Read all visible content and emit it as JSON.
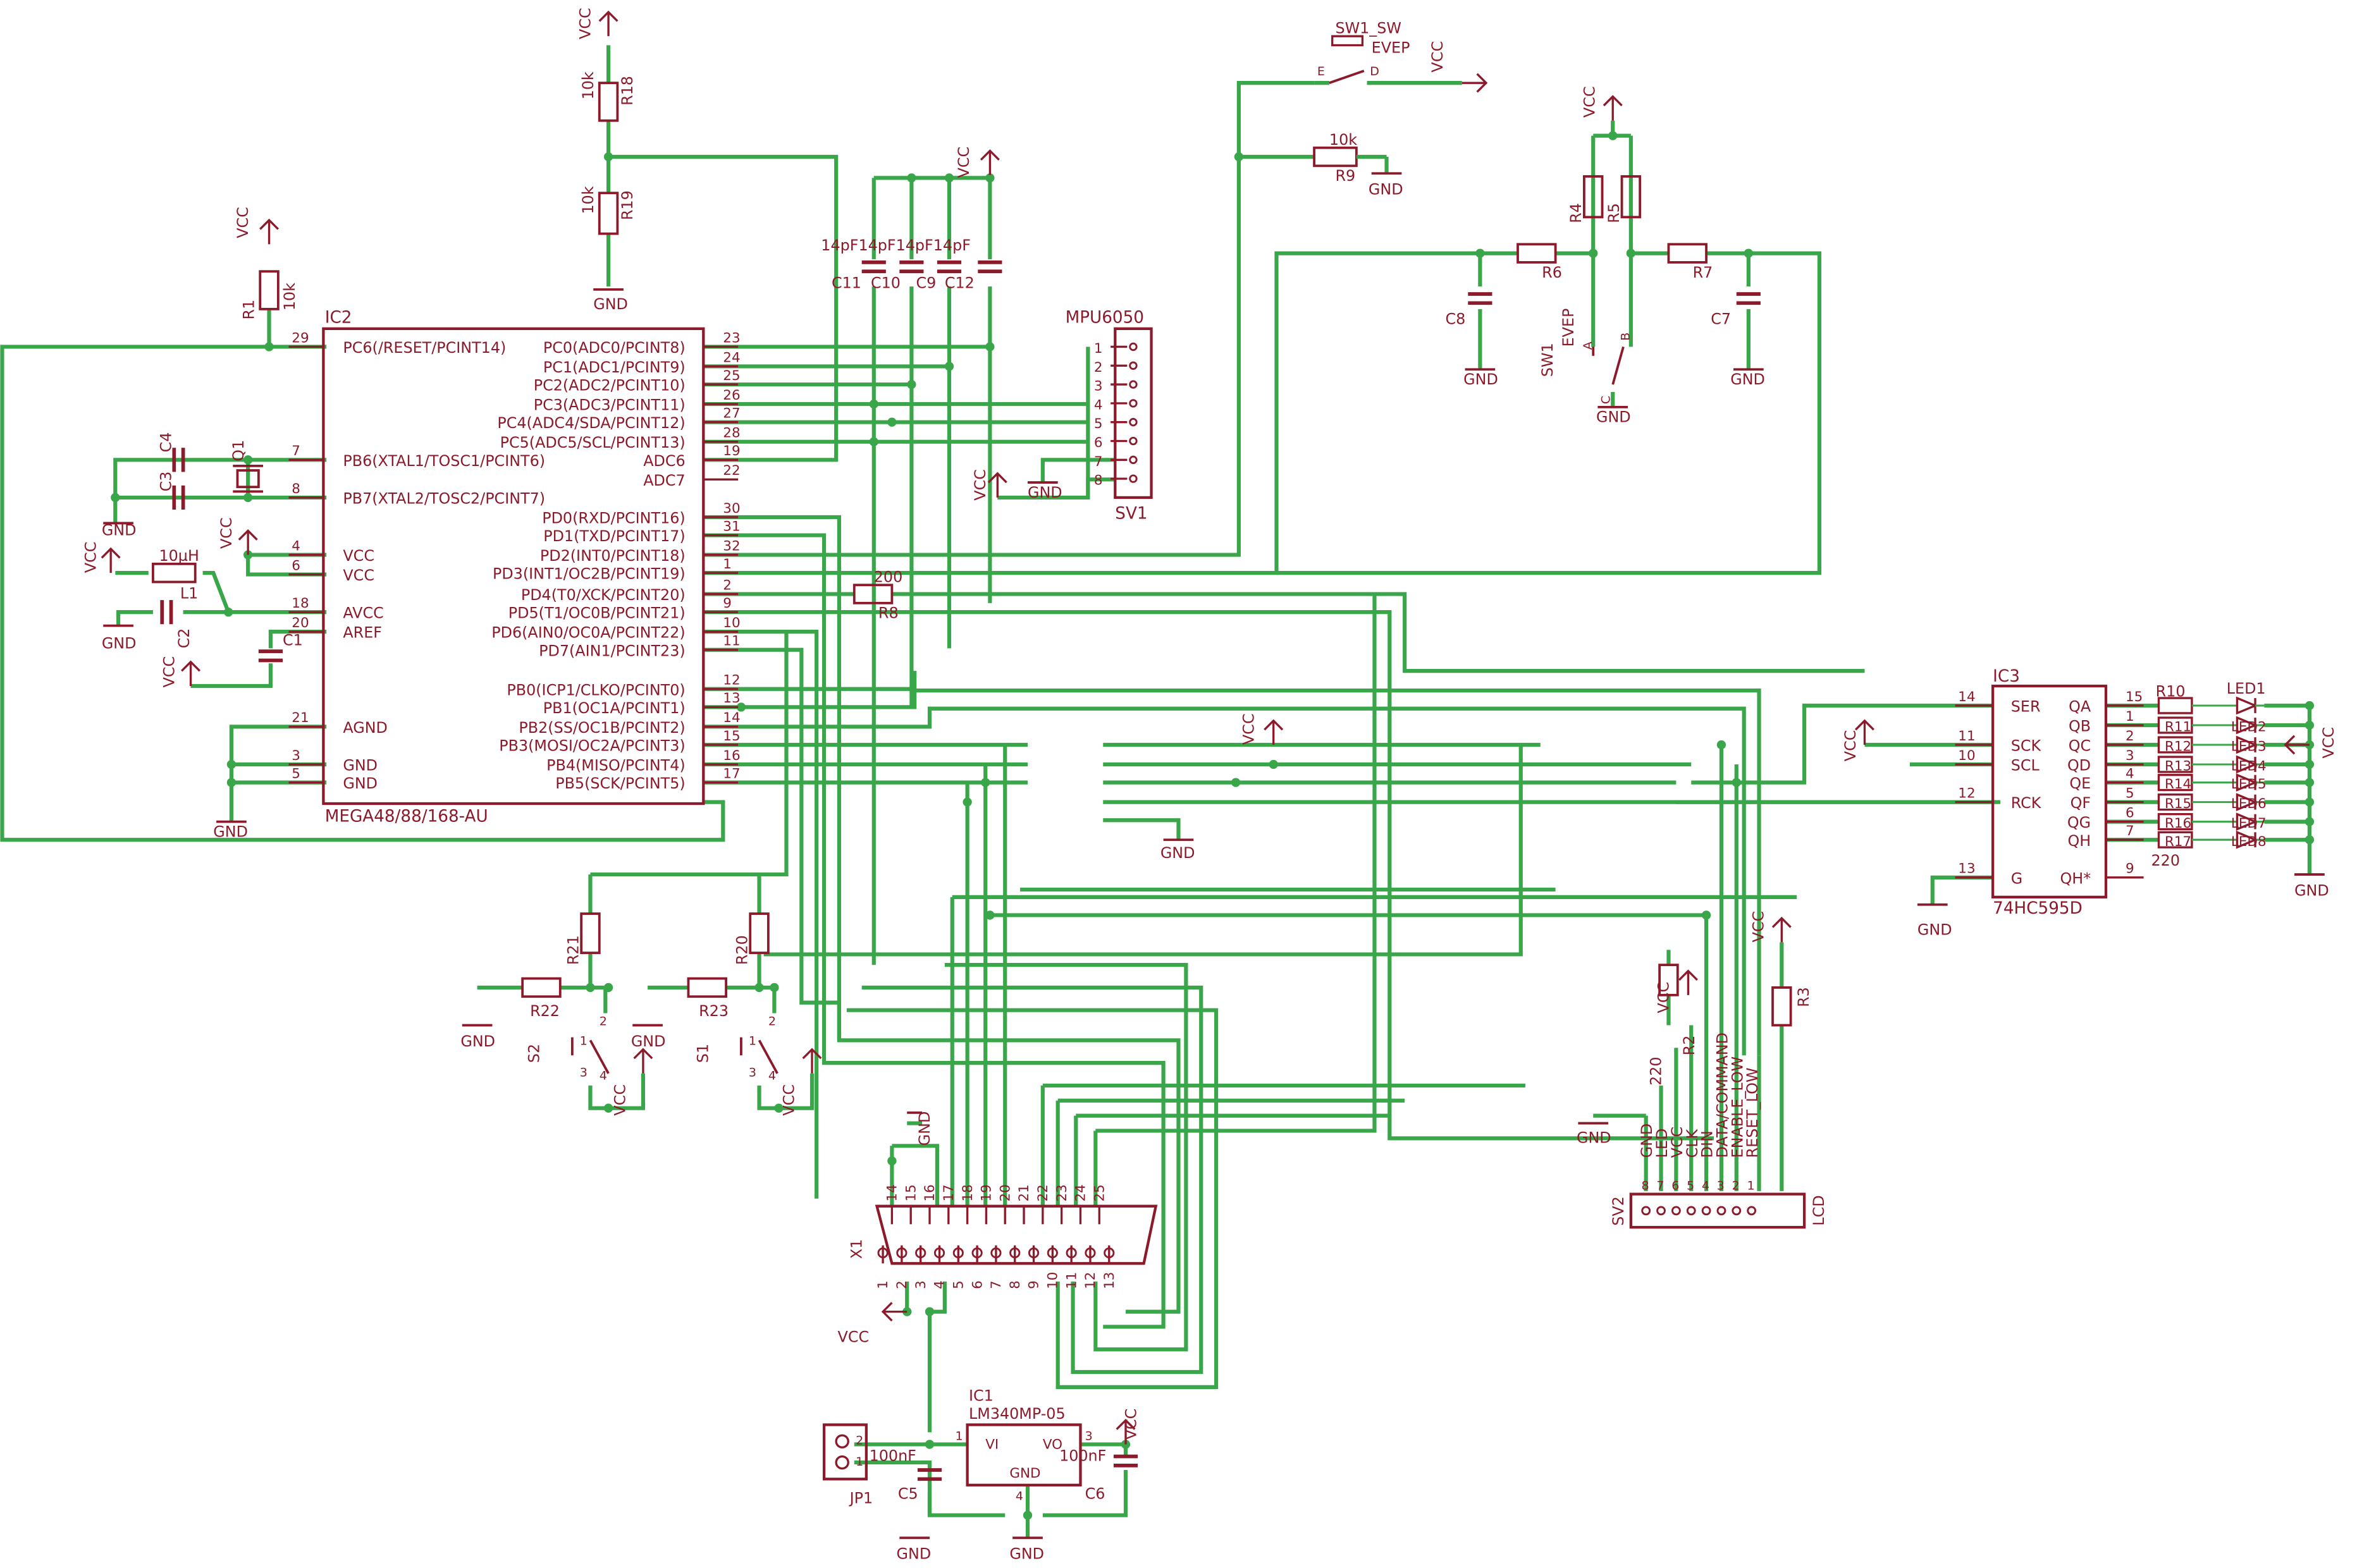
{
  "ic2": {
    "name": "IC2",
    "part": "MEGA48/88/168-AU",
    "left_pins": [
      {
        "num": "29",
        "name": "PC6(/RESET/PCINT14)"
      },
      {
        "num": "7",
        "name": "PB6(XTAL1/TOSC1/PCINT6)"
      },
      {
        "num": "8",
        "name": "PB7(XTAL2/TOSC2/PCINT7)"
      },
      {
        "num": "4",
        "name": "VCC"
      },
      {
        "num": "6",
        "name": "VCC"
      },
      {
        "num": "18",
        "name": "AVCC"
      },
      {
        "num": "20",
        "name": "AREF"
      },
      {
        "num": "21",
        "name": "AGND"
      },
      {
        "num": "3",
        "name": "GND"
      },
      {
        "num": "5",
        "name": "GND"
      }
    ],
    "right_pins": [
      {
        "num": "23",
        "name": "PC0(ADC0/PCINT8)"
      },
      {
        "num": "24",
        "name": "PC1(ADC1/PCINT9)"
      },
      {
        "num": "25",
        "name": "PC2(ADC2/PCINT10)"
      },
      {
        "num": "26",
        "name": "PC3(ADC3/PCINT11)"
      },
      {
        "num": "27",
        "name": "PC4(ADC4/SDA/PCINT12)"
      },
      {
        "num": "28",
        "name": "PC5(ADC5/SCL/PCINT13)"
      },
      {
        "num": "19",
        "name": "ADC6"
      },
      {
        "num": "22",
        "name": "ADC7"
      },
      {
        "num": "30",
        "name": "PD0(RXD/PCINT16)"
      },
      {
        "num": "31",
        "name": "PD1(TXD/PCINT17)"
      },
      {
        "num": "32",
        "name": "PD2(INT0/PCINT18)"
      },
      {
        "num": "1",
        "name": "PD3(INT1/OC2B/PCINT19)"
      },
      {
        "num": "2",
        "name": "PD4(T0/XCK/PCINT20)"
      },
      {
        "num": "9",
        "name": "PD5(T1/OC0B/PCINT21)"
      },
      {
        "num": "10",
        "name": "PD6(AIN0/OC0A/PCINT22)"
      },
      {
        "num": "11",
        "name": "PD7(AIN1/PCINT23)"
      },
      {
        "num": "12",
        "name": "PB0(ICP1/CLKO/PCINT0)"
      },
      {
        "num": "13",
        "name": "PB1(OC1A/PCINT1)"
      },
      {
        "num": "14",
        "name": "PB2(SS/OC1B/PCINT2)"
      },
      {
        "num": "15",
        "name": "PB3(MOSI/OC2A/PCINT3)"
      },
      {
        "num": "16",
        "name": "PB4(MISO/PCINT4)"
      },
      {
        "num": "17",
        "name": "PB5(SCK/PCINT5)"
      }
    ]
  },
  "ic3": {
    "name": "IC3",
    "part": "74HC595D",
    "left_pins": [
      {
        "num": "14",
        "name": "SER"
      },
      {
        "num": "11",
        "name": "SCK"
      },
      {
        "num": "10",
        "name": "SCL"
      },
      {
        "num": "12",
        "name": "RCK"
      },
      {
        "num": "13",
        "name": "G"
      }
    ],
    "right_pins": [
      {
        "num": "15",
        "name": "QA"
      },
      {
        "num": "1",
        "name": "QB"
      },
      {
        "num": "2",
        "name": "QC"
      },
      {
        "num": "3",
        "name": "QD"
      },
      {
        "num": "4",
        "name": "QE"
      },
      {
        "num": "5",
        "name": "QF"
      },
      {
        "num": "6",
        "name": "QG"
      },
      {
        "num": "7",
        "name": "QH"
      },
      {
        "num": "9",
        "name": "QH*"
      }
    ],
    "resistor_value": "220"
  },
  "resistor_rows": [
    "R10",
    "R11",
    "R12",
    "R13",
    "R14",
    "R15",
    "R16",
    "R17"
  ],
  "led_rows": [
    "LED1",
    "LED2",
    "LED3",
    "LED4",
    "LED5",
    "LED6",
    "LED7",
    "LED8"
  ],
  "ic1": {
    "name": "IC1",
    "part": "LM340MP-05",
    "vi": "VI",
    "vo": "VO",
    "gnd": "GND"
  },
  "sv1": {
    "name": "SV1",
    "title": "MPU6050",
    "pins": [
      "1",
      "2",
      "3",
      "4",
      "5",
      "6",
      "7",
      "8"
    ]
  },
  "sv2": {
    "name": "SV2",
    "side": "LCD",
    "pins": [
      "8",
      "7",
      "6",
      "5",
      "4",
      "3",
      "2",
      "1"
    ],
    "signals": [
      "GND",
      "LED",
      "VCC",
      "CLK",
      "DIN",
      "DATA/COMMAND",
      "ENABLE_LOW",
      "RESET_LOW"
    ]
  },
  "x1": {
    "name": "X1",
    "top_pins": [
      "14",
      "15",
      "16",
      "17",
      "18",
      "19",
      "20",
      "21",
      "22",
      "23",
      "24",
      "25"
    ],
    "bottom_pins": [
      "1",
      "2",
      "3",
      "4",
      "5",
      "6",
      "7",
      "8",
      "9",
      "10",
      "11",
      "12",
      "13"
    ]
  },
  "jp1": {
    "name": "JP1",
    "pins": [
      "2",
      "1"
    ]
  },
  "sw1": {
    "name": "SW1",
    "type": "EVEP",
    "pins": [
      "A",
      "B",
      "C"
    ]
  },
  "sw1_sw": {
    "name": "SW1_SW",
    "type": "EVEP",
    "pins": [
      "E",
      "D"
    ]
  },
  "s1": {
    "name": "S1",
    "pins": [
      "1",
      "2",
      "3",
      "4"
    ]
  },
  "s2": {
    "name": "S2",
    "pins": [
      "1",
      "2",
      "3",
      "4"
    ]
  },
  "parts": {
    "r1": {
      "name": "R1",
      "value": "10k"
    },
    "r18": {
      "name": "R18",
      "value": "10k"
    },
    "r19": {
      "name": "R19",
      "value": "10k"
    },
    "r9": {
      "name": "R9",
      "value": "10k"
    },
    "r8": {
      "name": "R8",
      "value": "200"
    },
    "r2": {
      "name": "R2",
      "value": "220"
    },
    "r3": {
      "name": "R3"
    },
    "r4": {
      "name": "R4"
    },
    "r5": {
      "name": "R5"
    },
    "r6": {
      "name": "R6"
    },
    "r7": {
      "name": "R7"
    },
    "r20": {
      "name": "R20"
    },
    "r21": {
      "name": "R21"
    },
    "r22": {
      "name": "R22"
    },
    "r23": {
      "name": "R23"
    },
    "l1": {
      "name": "L1",
      "value": "10µH"
    },
    "q1": {
      "name": "Q1"
    },
    "c1": {
      "name": "C1"
    },
    "c2": {
      "name": "C2"
    },
    "c3": {
      "name": "C3"
    },
    "c4": {
      "name": "C4"
    },
    "c5": {
      "name": "C5",
      "value": "100nF"
    },
    "c6": {
      "name": "C6",
      "value": "100nF"
    },
    "c7": {
      "name": "C7"
    },
    "c8": {
      "name": "C8"
    },
    "c9": {
      "name": "C9"
    },
    "c10": {
      "name": "C10"
    },
    "c11": {
      "name": "C11"
    },
    "c12": {
      "name": "C12"
    },
    "cap_values": "14pF14pF14pF14pF"
  },
  "nets": {
    "vcc": "VCC",
    "gnd": "GND"
  },
  "colors": {
    "part": "#8c1a2a",
    "wire": "#3aa64a",
    "background": "#ffffff"
  }
}
